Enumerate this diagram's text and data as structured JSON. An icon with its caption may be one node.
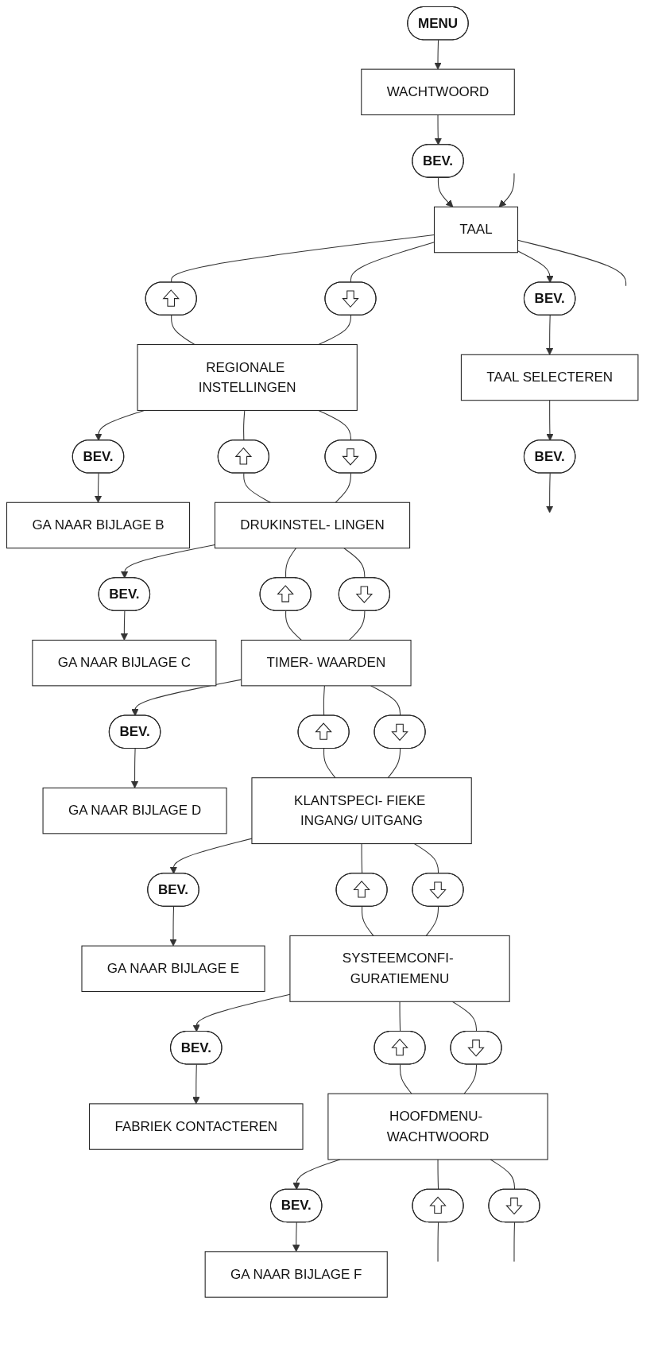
{
  "diagram": {
    "nodes": [
      {
        "text": [
          "MENU"
        ]
      },
      {
        "text": [
          "WACHTWOORD"
        ]
      },
      {
        "text": [
          "BEV."
        ]
      },
      {
        "text": [
          "TAAL"
        ]
      },
      {
        "text": [
          "BEV."
        ]
      },
      {
        "text": [
          "TAAL SELECTEREN"
        ]
      },
      {
        "text": [
          "BEV."
        ]
      },
      {
        "text": [],
        "shape": "button"
      },
      {
        "text": [],
        "shape": "button"
      },
      {
        "text": [
          "REGIONALE INSTELLINGEN"
        ]
      },
      {
        "text": [
          "BEV."
        ]
      },
      {
        "text": [
          "GA NAAR BIJLAGE B"
        ]
      },
      {
        "text": [],
        "shape": "button"
      },
      {
        "text": [],
        "shape": "button"
      },
      {
        "text": [
          "DRUKINSTEL- LINGEN"
        ]
      },
      {
        "text": [
          "BEV."
        ]
      },
      {
        "text": [
          "GA NAAR BIJLAGE C"
        ]
      },
      {
        "text": [],
        "shape": "button"
      },
      {
        "text": [],
        "shape": "button"
      },
      {
        "text": [
          "TIMER- WAARDEN"
        ]
      },
      {
        "text": [
          "BEV."
        ]
      },
      {
        "text": [
          "GA NAAR BIJLAGE D"
        ]
      },
      {
        "text": [],
        "shape": "button"
      },
      {
        "text": [],
        "shape": "button"
      },
      {
        "text": [
          "KLANTSPECI- FIEKE INGANG/ UITGANG"
        ]
      },
      {
        "text": [
          "BEV."
        ]
      },
      {
        "text": [
          "GA NAAR BIJLAGE E"
        ]
      },
      {
        "text": [],
        "shape": "button"
      },
      {
        "text": [],
        "shape": "button"
      },
      {
        "text": [
          "SYSTEEMCONFI- GURATIEMENU"
        ]
      },
      {
        "text": [
          "BEV."
        ]
      },
      {
        "text": [
          "FABRIEK CONTACTEREN"
        ]
      },
      {
        "text": [],
        "shape": "button"
      },
      {
        "text": [],
        "shape": "button"
      },
      {
        "text": [
          "HOOFDMENU- WACHTWOORD"
        ]
      },
      {
        "text": [
          "BEV."
        ]
      },
      {
        "text": [
          "GA NAAR BIJLAGE F"
        ]
      },
      {
        "text": [],
        "shape": "button"
      },
      {
        "text": [],
        "shape": "button"
      }
    ],
    "edges": [
      {
        "from": 0,
        "to": 1,
        "arrow": "to"
      },
      {
        "from": 1,
        "to": 2,
        "arrow": "to"
      },
      {
        "from": 2,
        "to": 3,
        "arrow": "to"
      },
      {
        "from": null,
        "to": 3,
        "arrow": "to"
      },
      {
        "from": 3,
        "to": 4,
        "arrow": "to"
      },
      {
        "from": 4,
        "to": 5,
        "arrow": "to"
      },
      {
        "from": 5,
        "to": 6,
        "arrow": "to"
      },
      {
        "from": 6,
        "to": null,
        "arrow": "to"
      },
      {
        "from": 3,
        "to": null,
        "arrow": "none"
      },
      {
        "from": 3,
        "to": 7,
        "arrow": "none"
      },
      {
        "from": 3,
        "to": 8,
        "arrow": "none"
      },
      {
        "from": 7,
        "to": 9,
        "arrow": "none"
      },
      {
        "from": 8,
        "to": 9,
        "arrow": "none"
      },
      {
        "from": 9,
        "to": 10,
        "arrow": "to"
      },
      {
        "from": 10,
        "to": 11,
        "arrow": "to"
      },
      {
        "from": 9,
        "to": 12,
        "arrow": "none"
      },
      {
        "from": 9,
        "to": 13,
        "arrow": "none"
      },
      {
        "from": 12,
        "to": 14,
        "arrow": "none"
      },
      {
        "from": 13,
        "to": 14,
        "arrow": "none"
      },
      {
        "from": 14,
        "to": 15,
        "arrow": "to"
      },
      {
        "from": 15,
        "to": 16,
        "arrow": "to"
      },
      {
        "from": 14,
        "to": 17,
        "arrow": "none"
      },
      {
        "from": 14,
        "to": 18,
        "arrow": "none"
      },
      {
        "from": 17,
        "to": 19,
        "arrow": "none"
      },
      {
        "from": 18,
        "to": 19,
        "arrow": "none"
      },
      {
        "from": 19,
        "to": 20,
        "arrow": "to"
      },
      {
        "from": 20,
        "to": 21,
        "arrow": "to"
      },
      {
        "from": 19,
        "to": 22,
        "arrow": "none"
      },
      {
        "from": 19,
        "to": 23,
        "arrow": "none"
      },
      {
        "from": 22,
        "to": 24,
        "arrow": "none"
      },
      {
        "from": 23,
        "to": 24,
        "arrow": "none"
      },
      {
        "from": 24,
        "to": 25,
        "arrow": "to"
      },
      {
        "from": 25,
        "to": 26,
        "arrow": "to"
      },
      {
        "from": 24,
        "to": 27,
        "arrow": "none"
      },
      {
        "from": 24,
        "to": 28,
        "arrow": "none"
      },
      {
        "from": 27,
        "to": 29,
        "arrow": "none"
      },
      {
        "from": 28,
        "to": 29,
        "arrow": "none"
      },
      {
        "from": 29,
        "to": 30,
        "arrow": "to"
      },
      {
        "from": 30,
        "to": 31,
        "arrow": "to"
      },
      {
        "from": 29,
        "to": 32,
        "arrow": "none"
      },
      {
        "from": 29,
        "to": 33,
        "arrow": "none"
      },
      {
        "from": 32,
        "to": 34,
        "arrow": "none"
      },
      {
        "from": 33,
        "to": 34,
        "arrow": "none"
      },
      {
        "from": 34,
        "to": 35,
        "arrow": "to"
      },
      {
        "from": 35,
        "to": 36,
        "arrow": "to"
      },
      {
        "from": 34,
        "to": 37,
        "arrow": "none"
      },
      {
        "from": 34,
        "to": 38,
        "arrow": "none"
      },
      {
        "from": 37,
        "to": null,
        "arrow": "none"
      },
      {
        "from": 38,
        "to": null,
        "arrow": "none"
      }
    ]
  }
}
